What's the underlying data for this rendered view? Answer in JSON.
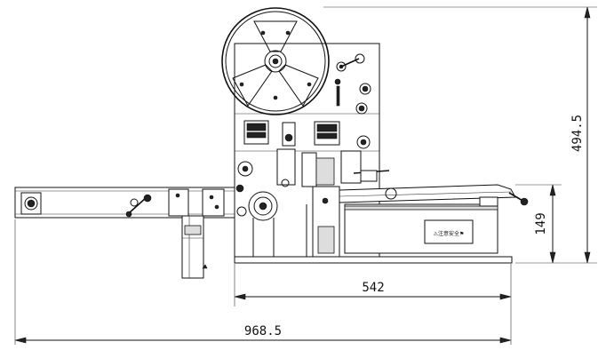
{
  "dimensions": {
    "overall_height": "494.5",
    "base_height": "149",
    "base_width": "542",
    "overall_width": "968.5"
  },
  "labels": {
    "control_panel_text": "⚠注意安全⚑"
  }
}
